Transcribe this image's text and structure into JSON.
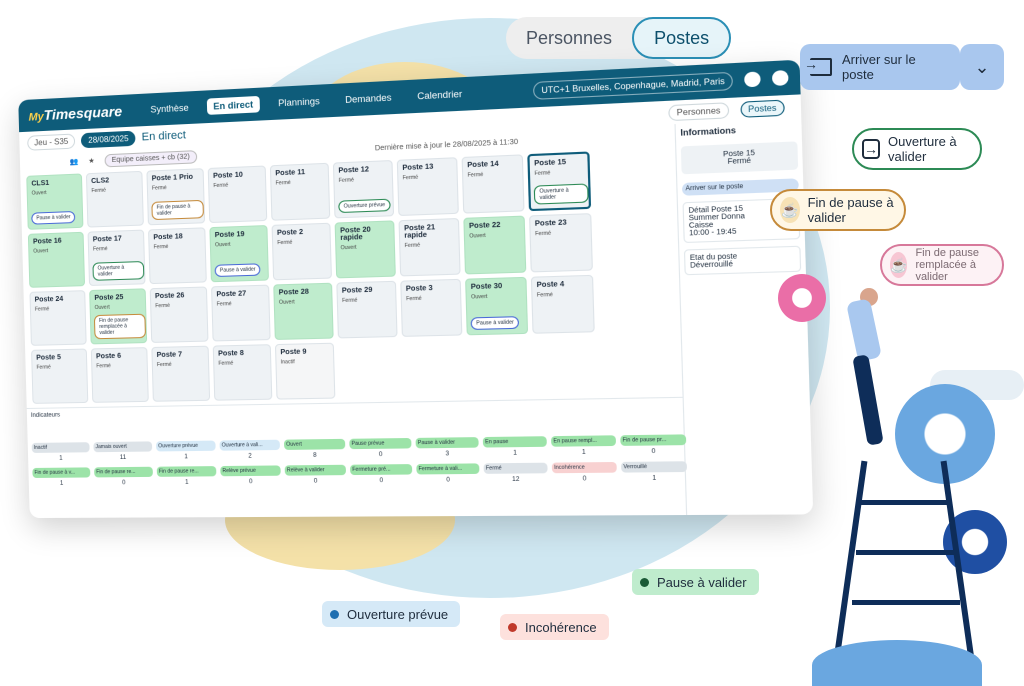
{
  "toggle": {
    "personnes": "Personnes",
    "postes": "Postes"
  },
  "app": {
    "logo_my": "My",
    "logo_rest": "Timesquare",
    "nav": [
      "Synthèse",
      "En direct",
      "Plannings",
      "Demandes",
      "Calendrier"
    ],
    "timezone": "UTC+1 Bruxelles, Copenhague, Madrid, Paris",
    "week": "Jeu - S35",
    "date": "28/08/2025",
    "live": "En direct",
    "view_personnes": "Personnes",
    "view_postes": "Postes",
    "team_filter": "Equipe caisses + cb (32)",
    "last_update": "Dernière mise à jour le 28/08/2025 à 11:30"
  },
  "postes": [
    {
      "name": "CLS1",
      "status": "Ouvert",
      "color": "green",
      "badge": "Pause à valider",
      "badge_color": "blue"
    },
    {
      "name": "CLS2",
      "status": "Fermé"
    },
    {
      "name": "Poste 1 Prio",
      "status": "Fermé",
      "badge": "Fin de pause à valider",
      "badge_color": "orange"
    },
    {
      "name": "Poste 10",
      "status": "Fermé"
    },
    {
      "name": "Poste 11",
      "status": "Fermé"
    },
    {
      "name": "Poste 12",
      "status": "Fermé",
      "badge": "Ouverture prévue",
      "badge_color": "green"
    },
    {
      "name": "Poste 13",
      "status": "Fermé"
    },
    {
      "name": "Poste 14",
      "status": "Fermé"
    },
    {
      "name": "Poste 15",
      "status": "Fermé",
      "badge": "Ouverture à valider",
      "badge_color": "green",
      "selected": true
    },
    {
      "name": "",
      "status": ""
    },
    {
      "name": "Poste 16",
      "status": "Ouvert",
      "color": "green"
    },
    {
      "name": "Poste 17",
      "status": "Fermé",
      "badge": "Ouverture à valider",
      "badge_color": "green"
    },
    {
      "name": "Poste 18",
      "status": "Fermé"
    },
    {
      "name": "Poste 19",
      "status": "Ouvert",
      "color": "green",
      "badge": "Pause à valider",
      "badge_color": "blue"
    },
    {
      "name": "Poste 2",
      "status": "Fermé"
    },
    {
      "name": "Poste 20 rapide",
      "status": "Ouvert",
      "color": "green"
    },
    {
      "name": "Poste 21 rapide",
      "status": "Fermé"
    },
    {
      "name": "Poste 22",
      "status": "Ouvert",
      "color": "green"
    },
    {
      "name": "Poste 23",
      "status": "Fermé"
    },
    {
      "name": "",
      "status": ""
    },
    {
      "name": "Poste 24",
      "status": "Fermé"
    },
    {
      "name": "Poste 25",
      "status": "Ouvert",
      "color": "green",
      "badge": "Fin de pause remplacée à valider",
      "badge_color": "orange"
    },
    {
      "name": "Poste 26",
      "status": "Fermé"
    },
    {
      "name": "Poste 27",
      "status": "Fermé"
    },
    {
      "name": "Poste 28",
      "status": "Ouvert",
      "color": "green"
    },
    {
      "name": "Poste 29",
      "status": "Fermé"
    },
    {
      "name": "Poste 3",
      "status": "Fermé"
    },
    {
      "name": "Poste 30",
      "status": "Ouvert",
      "color": "green",
      "badge": "Pause à valider",
      "badge_color": "blue"
    },
    {
      "name": "Poste 4",
      "status": "Fermé"
    },
    {
      "name": "",
      "status": ""
    },
    {
      "name": "Poste 5",
      "status": "Fermé"
    },
    {
      "name": "Poste 6",
      "status": "Fermé"
    },
    {
      "name": "Poste 7",
      "status": "Fermé"
    },
    {
      "name": "Poste 8",
      "status": "Fermé"
    },
    {
      "name": "Poste 9",
      "status": "Inactif",
      "color": "grey"
    }
  ],
  "info_panel": {
    "title": "Informations",
    "poste": "Poste 15",
    "poste_status": "Fermé",
    "arriver_short": "Arriver sur le poste",
    "detail_title": "Détail Poste 15",
    "person": "Summer Donna",
    "role": "Caisse",
    "hours": "10:00 - 19:45",
    "etat_title": "Etat du poste",
    "etat_value": "Déverrouillé"
  },
  "indicators": {
    "title": "Indicateurs",
    "items": [
      {
        "label": "Inactif",
        "value": "1",
        "color": "grey"
      },
      {
        "label": "Jamais ouvert",
        "value": "11",
        "color": "grey"
      },
      {
        "label": "Ouverture prévue",
        "value": "1",
        "color": "blue"
      },
      {
        "label": "Ouverture à vali...",
        "value": "2",
        "color": "blue"
      },
      {
        "label": "Ouvert",
        "value": "8",
        "color": "green"
      },
      {
        "label": "Pause prévue",
        "value": "0",
        "color": "green"
      },
      {
        "label": "Pause à valider",
        "value": "3",
        "color": "green"
      },
      {
        "label": "En pause",
        "value": "1",
        "color": "green"
      },
      {
        "label": "En pause rempl...",
        "value": "1",
        "color": "green"
      },
      {
        "label": "Fin de pause pr...",
        "value": "0",
        "color": "green"
      },
      {
        "label": "Fin de pause à v...",
        "value": "1",
        "color": "green"
      },
      {
        "label": "Fin de pause re...",
        "value": "0",
        "color": "green"
      },
      {
        "label": "Fin de pause re...",
        "value": "1",
        "color": "green"
      },
      {
        "label": "Relève prévue",
        "value": "0",
        "color": "green"
      },
      {
        "label": "Relève à valider",
        "value": "0",
        "color": "green"
      },
      {
        "label": "Fermeture pré...",
        "value": "0",
        "color": "green"
      },
      {
        "label": "Fermeture à vali...",
        "value": "0",
        "color": "green"
      },
      {
        "label": "Fermé",
        "value": "12",
        "color": "grey"
      },
      {
        "label": "Incohérence",
        "value": "0",
        "color": "red"
      },
      {
        "label": "Verrouillé",
        "value": "1",
        "color": "grey"
      }
    ]
  },
  "callouts": {
    "arriver": "Arriver sur le poste",
    "ouverture": "Ouverture à valider",
    "fin_pause": "Fin de pause à valider",
    "fin_pause_remplacee": "Fin de pause remplacée à valider"
  },
  "legend": {
    "pause": "Pause à valider",
    "ouverture": "Ouverture prévue",
    "incoherence": "Incohérence"
  }
}
